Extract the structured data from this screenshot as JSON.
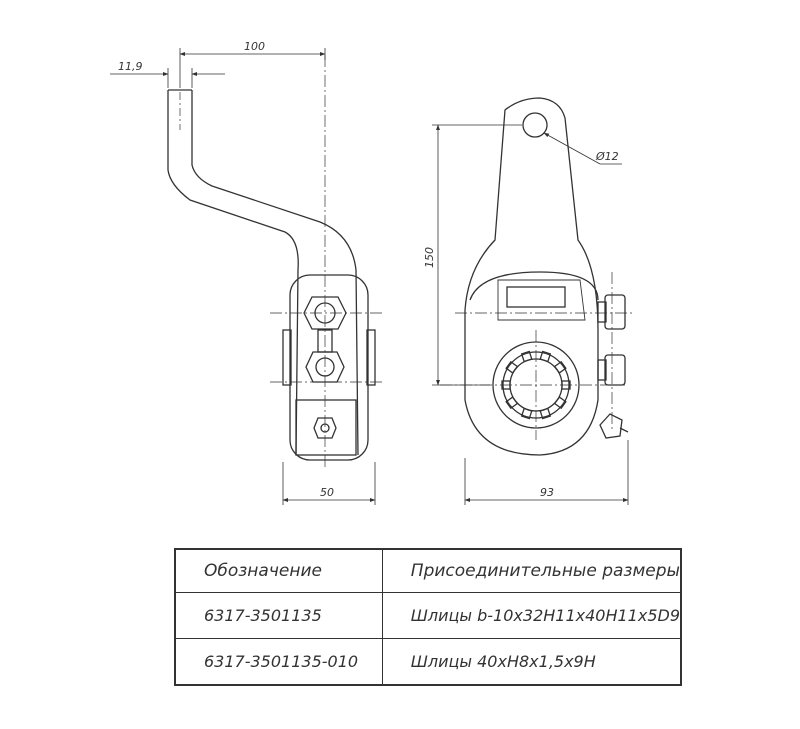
{
  "dimensions": {
    "offset": "11,9",
    "arm_length": "100",
    "side_width": "50",
    "hole_diameter": "Ø12",
    "height": "150",
    "body_width": "93"
  },
  "table": {
    "headers": [
      "Обозначение",
      "Присоединительные размеры"
    ],
    "rows": [
      [
        "6317-3501135",
        "Шлицы b-10х32H11х40H11х5D9"
      ],
      [
        "6317-3501135-010",
        "Шлицы 40хH8х1,5х9H"
      ]
    ]
  }
}
